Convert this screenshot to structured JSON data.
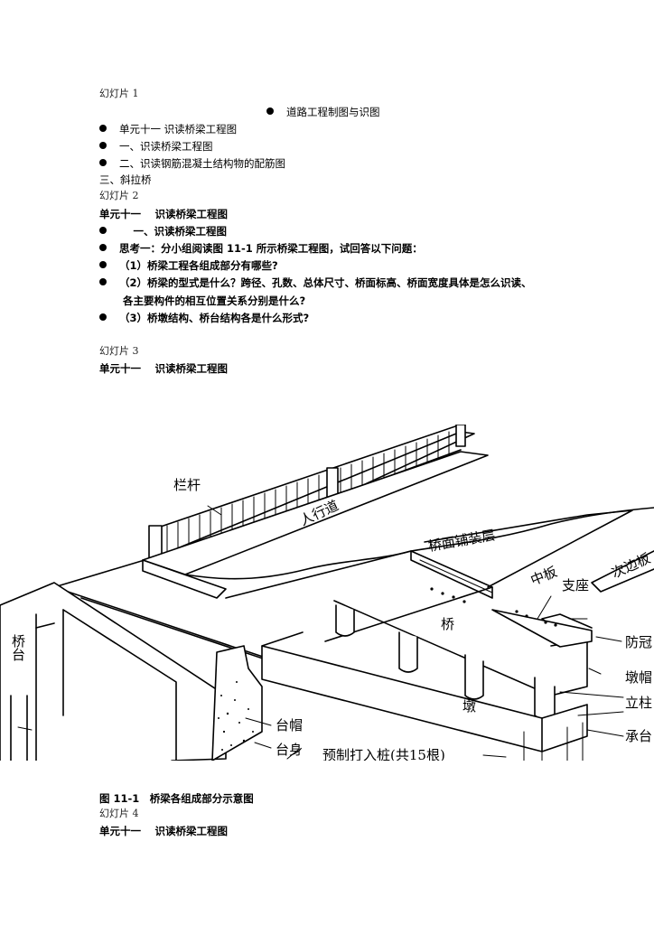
{
  "slide1": {
    "heading": "幻灯片 1",
    "centered_bullet": "道路工程制图与识图",
    "bullets": [
      "单元十一  识读桥梁工程图",
      "一、识读桥梁工程图",
      "二、识读钢筋混凝土结构物的配筋图"
    ],
    "extra_line": "三、斜拉桥"
  },
  "slide2": {
    "heading": "幻灯片 2",
    "unit_title": "单元十一　 识读桥梁工程图",
    "bullets": [
      "　 一、识读桥梁工程图",
      "思考一：分小组阅读图 11-1 所示桥梁工程图，试回答以下问题：",
      "（1）桥梁工程各组成部分有哪些?",
      "（2）桥梁的型式是什么？跨径、孔数、总体尺寸、桥面标高、桥面宽度具体是怎么识读、",
      "（3）桥墩结构、桥台结构各是什么形式?"
    ],
    "continuation": "各主要构件的相互位置关系分别是什么?"
  },
  "slide3": {
    "heading": "幻灯片 3",
    "unit_title": "单元十一　 识读桥梁工程图",
    "figure_labels": {
      "railing": "栏杆",
      "sidewalk": "人行道",
      "deck_pavement": "桥面铺装层",
      "middle_slab": "中板",
      "edge_slab": "次边板",
      "bearing": "支座",
      "bridge": "桥",
      "guard": "防冠",
      "pier_cap": "墩帽",
      "column": "立柱",
      "footing": "承台",
      "pier": "墩",
      "abutment": "桥台",
      "abutment_cap": "台帽",
      "abutment_body": "台身",
      "piles": "预制打入桩(共15根)"
    },
    "caption": "图 11-1　桥梁各组成部分示意图"
  },
  "slide4": {
    "heading": "幻灯片 4",
    "unit_title": "单元十一　 识读桥梁工程图"
  }
}
